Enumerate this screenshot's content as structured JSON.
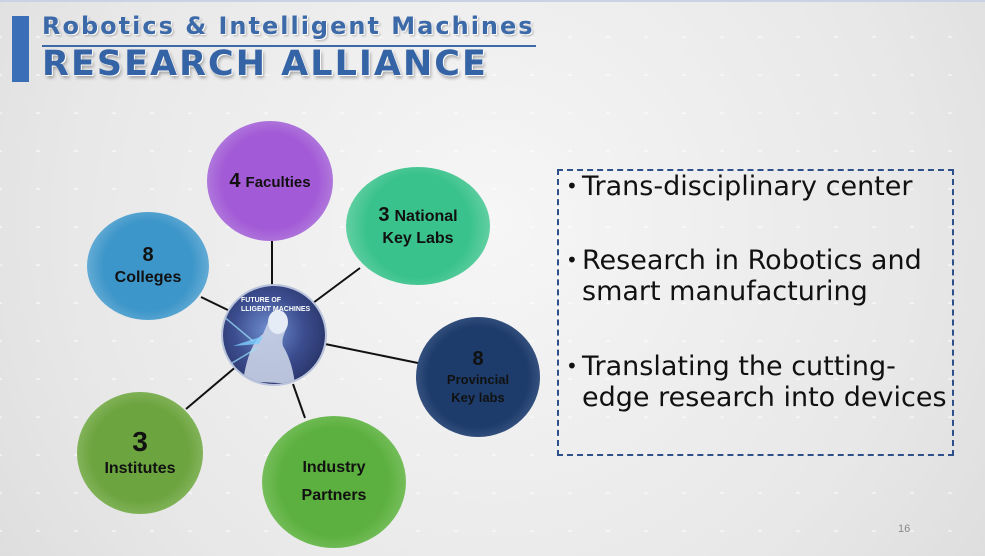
{
  "title": {
    "subtitle": "Robotics & Intelligent Machines",
    "main": "RESEARCH ALLIANCE"
  },
  "hub": {
    "line1": "FUTURE OF",
    "line2": "LLIGENT MACHINES"
  },
  "nodes": {
    "faculties": {
      "count": "4",
      "label": "Faculties",
      "color": "#a35ad6"
    },
    "national": {
      "count": "3",
      "label_line1": "National",
      "label_line2": "Key Labs",
      "color": "#39c28b"
    },
    "colleges": {
      "count": "8",
      "label": "Colleges",
      "color": "#3d96c9"
    },
    "provincial": {
      "count": "8",
      "label_line1": "Provincial",
      "label_line2": "Key labs",
      "color": "#1d3c6b"
    },
    "institutes": {
      "count": "3",
      "label": "Institutes",
      "color": "#6ca43f"
    },
    "industry": {
      "label_line1": "Industry",
      "label_line2": "Partners",
      "color": "#5cb03f"
    }
  },
  "bullets": {
    "b1": {
      "lines": [
        "Trans-disciplinary center"
      ]
    },
    "b2": {
      "line1": "Research in Robotics and",
      "line2": "smart manufacturing"
    },
    "b3": {
      "line1": "Translating the cutting-",
      "line2": "edge research into devices"
    }
  },
  "bullet_symbol": "•",
  "page_number": "16",
  "colors": {
    "accent": "#3a6fb7",
    "title_text": "#3463a6",
    "box_border": "#2d4f8a"
  }
}
